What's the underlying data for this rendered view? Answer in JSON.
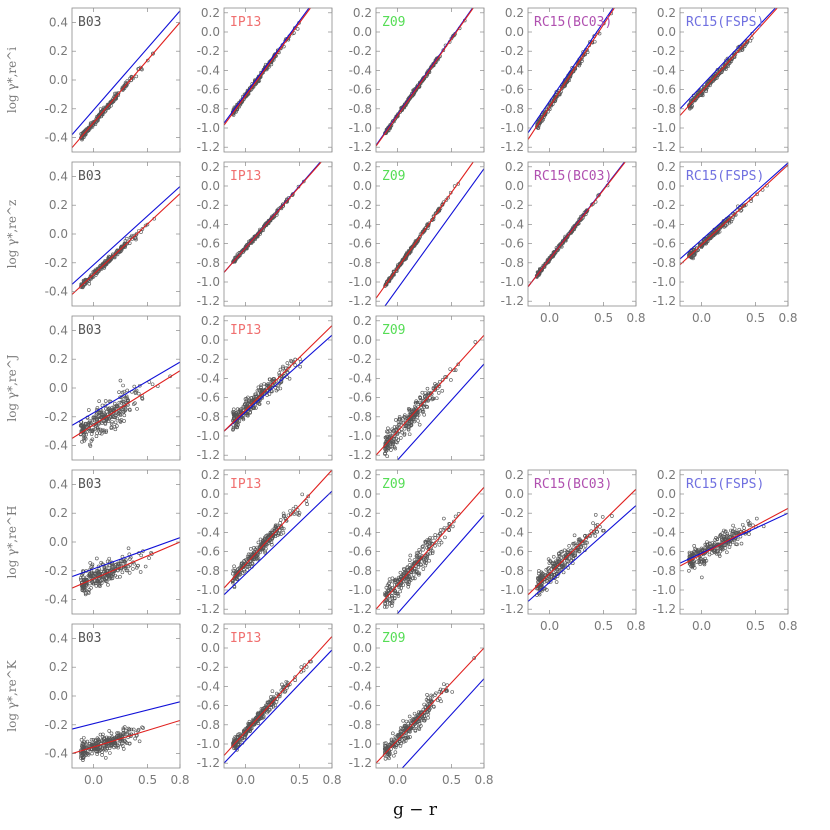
{
  "figure": {
    "xlabel": "g − r",
    "colors": {
      "frame": "#8a8a8a",
      "tick_text": "#7a7a7a",
      "fit_red": "#e0201e",
      "fit_blue": "#1010d8",
      "points": "#555555"
    },
    "rows": [
      {
        "band_label": "log γ*,re^i",
        "band": "i"
      },
      {
        "band_label": "log γ*,re^z",
        "band": "z"
      },
      {
        "band_label": "log γ*,re^J",
        "band": "J"
      },
      {
        "band_label": "log γ*,re^H",
        "band": "H"
      },
      {
        "band_label": "log γ*,re^K",
        "band": "K"
      }
    ],
    "columns": [
      {
        "model": "B03",
        "color": "#555555"
      },
      {
        "model": "IP13",
        "color": "#f07070"
      },
      {
        "model": "Z09",
        "color": "#55dd55"
      },
      {
        "model": "RC15(BC03)",
        "color": "#b050b0"
      },
      {
        "model": "RC15(FSPS)",
        "color": "#7070e0"
      }
    ]
  },
  "chart_data": {
    "type": "scatter",
    "x_range": [
      -0.2,
      0.8
    ],
    "x_ticks": [
      "0.0",
      "0.5",
      "0.8"
    ],
    "x_tick_values": [
      0.0,
      0.5,
      0.8
    ],
    "y_ticks_b03": [
      "-0.4",
      "-0.2",
      "0.0",
      "0.2",
      "0.4"
    ],
    "y_ticks_b03_values": [
      -0.4,
      -0.2,
      0.0,
      0.2,
      0.4
    ],
    "y_range_b03": [
      -0.5,
      0.5
    ],
    "y_ticks_other": [
      "-1.2",
      "-1.0",
      "-0.8",
      "-0.6",
      "-0.4",
      "-0.2",
      "0.0",
      "0.2"
    ],
    "y_ticks_other_values": [
      -1.2,
      -1.0,
      -0.8,
      -0.6,
      -0.4,
      -0.2,
      0.0,
      0.2
    ],
    "y_range_other": [
      -1.25,
      0.25
    ],
    "panels": [
      {
        "row": 0,
        "col": 0,
        "label": "B03",
        "red": [
          -0.2,
          -0.47,
          0.8,
          0.4
        ],
        "blue": [
          -0.2,
          -0.38,
          0.8,
          0.48
        ],
        "scatter": 0.01,
        "x_ticks": false
      },
      {
        "row": 0,
        "col": 1,
        "label": "IP13",
        "red": [
          -0.2,
          -0.97,
          0.6,
          0.25
        ],
        "blue": [
          -0.2,
          -0.95,
          0.6,
          0.27
        ],
        "scatter": 0.015,
        "x_ticks": false
      },
      {
        "row": 0,
        "col": 2,
        "label": "Z09",
        "red": [
          -0.2,
          -1.19,
          0.7,
          0.25
        ],
        "blue": [
          -0.2,
          -1.18,
          0.7,
          0.26
        ],
        "scatter": 0.01,
        "x_ticks": false
      },
      {
        "row": 0,
        "col": 3,
        "label": "RC15(BC03)",
        "red": [
          -0.2,
          -1.12,
          0.6,
          0.25
        ],
        "blue": [
          -0.2,
          -1.05,
          0.6,
          0.27
        ],
        "scatter": 0.02,
        "x_ticks": false
      },
      {
        "row": 0,
        "col": 4,
        "label": "RC15(FSPS)",
        "red": [
          -0.2,
          -0.87,
          0.7,
          0.25
        ],
        "blue": [
          -0.2,
          -0.8,
          0.7,
          0.27
        ],
        "scatter": 0.02,
        "x_ticks": false
      },
      {
        "row": 1,
        "col": 0,
        "label": "B03",
        "red": [
          -0.2,
          -0.42,
          0.8,
          0.28
        ],
        "blue": [
          -0.2,
          -0.35,
          0.8,
          0.33
        ],
        "scatter": 0.01,
        "x_ticks": false
      },
      {
        "row": 1,
        "col": 1,
        "label": "IP13",
        "red": [
          -0.2,
          -0.9,
          0.7,
          0.25
        ],
        "blue": [
          -0.2,
          -0.9,
          0.7,
          0.26
        ],
        "scatter": 0.01,
        "x_ticks": false
      },
      {
        "row": 1,
        "col": 2,
        "label": "Z09",
        "red": [
          -0.2,
          -1.17,
          0.7,
          0.25
        ],
        "blue": [
          -0.2,
          -1.38,
          0.8,
          0.18
        ],
        "scatter": 0.01,
        "x_ticks": false
      },
      {
        "row": 1,
        "col": 3,
        "label": "RC15(BC03)",
        "red": [
          -0.2,
          -1.05,
          0.7,
          0.25
        ],
        "blue": [
          -0.2,
          -1.05,
          0.7,
          0.26
        ],
        "scatter": 0.01,
        "x_ticks": true
      },
      {
        "row": 1,
        "col": 4,
        "label": "RC15(FSPS)",
        "red": [
          -0.2,
          -0.82,
          0.8,
          0.22
        ],
        "blue": [
          -0.2,
          -0.76,
          0.8,
          0.24
        ],
        "scatter": 0.02,
        "x_ticks": true
      },
      {
        "row": 2,
        "col": 0,
        "label": "B03",
        "red": [
          -0.2,
          -0.35,
          0.8,
          0.12
        ],
        "blue": [
          -0.2,
          -0.26,
          0.8,
          0.18
        ],
        "scatter": 0.05,
        "x_ticks": false
      },
      {
        "row": 2,
        "col": 1,
        "label": "IP13",
        "red": [
          -0.2,
          -0.95,
          0.8,
          0.15
        ],
        "blue": [
          -0.2,
          -0.95,
          0.8,
          0.05
        ],
        "scatter": 0.05,
        "x_ticks": false
      },
      {
        "row": 2,
        "col": 2,
        "label": "Z09",
        "red": [
          -0.2,
          -1.2,
          0.8,
          0.05
        ],
        "blue": [
          -0.2,
          -1.5,
          0.8,
          -0.25
        ],
        "scatter": 0.06,
        "x_ticks": false
      },
      {
        "row": 3,
        "col": 0,
        "label": "B03",
        "red": [
          -0.2,
          -0.32,
          0.8,
          0.0
        ],
        "blue": [
          -0.2,
          -0.24,
          0.8,
          0.03
        ],
        "scatter": 0.04,
        "x_ticks": false
      },
      {
        "row": 3,
        "col": 1,
        "label": "IP13",
        "red": [
          -0.2,
          -0.98,
          0.8,
          0.25
        ],
        "blue": [
          -0.2,
          -1.05,
          0.8,
          0.03
        ],
        "scatter": 0.04,
        "x_ticks": false
      },
      {
        "row": 3,
        "col": 2,
        "label": "Z09",
        "red": [
          -0.2,
          -1.2,
          0.8,
          0.07
        ],
        "blue": [
          -0.2,
          -1.5,
          0.8,
          -0.22
        ],
        "scatter": 0.06,
        "x_ticks": false
      },
      {
        "row": 3,
        "col": 3,
        "label": "RC15(BC03)",
        "red": [
          -0.2,
          -1.05,
          0.8,
          0.05
        ],
        "blue": [
          -0.2,
          -1.12,
          0.8,
          -0.12
        ],
        "scatter": 0.06,
        "x_ticks": true
      },
      {
        "row": 3,
        "col": 4,
        "label": "RC15(FSPS)",
        "red": [
          -0.2,
          -0.75,
          0.8,
          -0.15
        ],
        "blue": [
          -0.2,
          -0.72,
          0.8,
          -0.2
        ],
        "scatter": 0.05,
        "x_ticks": true
      },
      {
        "row": 4,
        "col": 0,
        "label": "B03",
        "red": [
          -0.2,
          -0.4,
          0.8,
          -0.17
        ],
        "blue": [
          -0.2,
          -0.23,
          0.8,
          -0.04
        ],
        "scatter": 0.03,
        "x_ticks": true
      },
      {
        "row": 4,
        "col": 1,
        "label": "IP13",
        "red": [
          -0.2,
          -1.12,
          0.8,
          0.12
        ],
        "blue": [
          -0.2,
          -1.2,
          0.8,
          -0.02
        ],
        "scatter": 0.03,
        "x_ticks": true
      },
      {
        "row": 4,
        "col": 2,
        "label": "Z09",
        "red": [
          -0.2,
          -1.2,
          0.8,
          0.0
        ],
        "blue": [
          -0.2,
          -1.55,
          0.8,
          -0.32
        ],
        "scatter": 0.05,
        "x_ticks": true
      }
    ]
  }
}
